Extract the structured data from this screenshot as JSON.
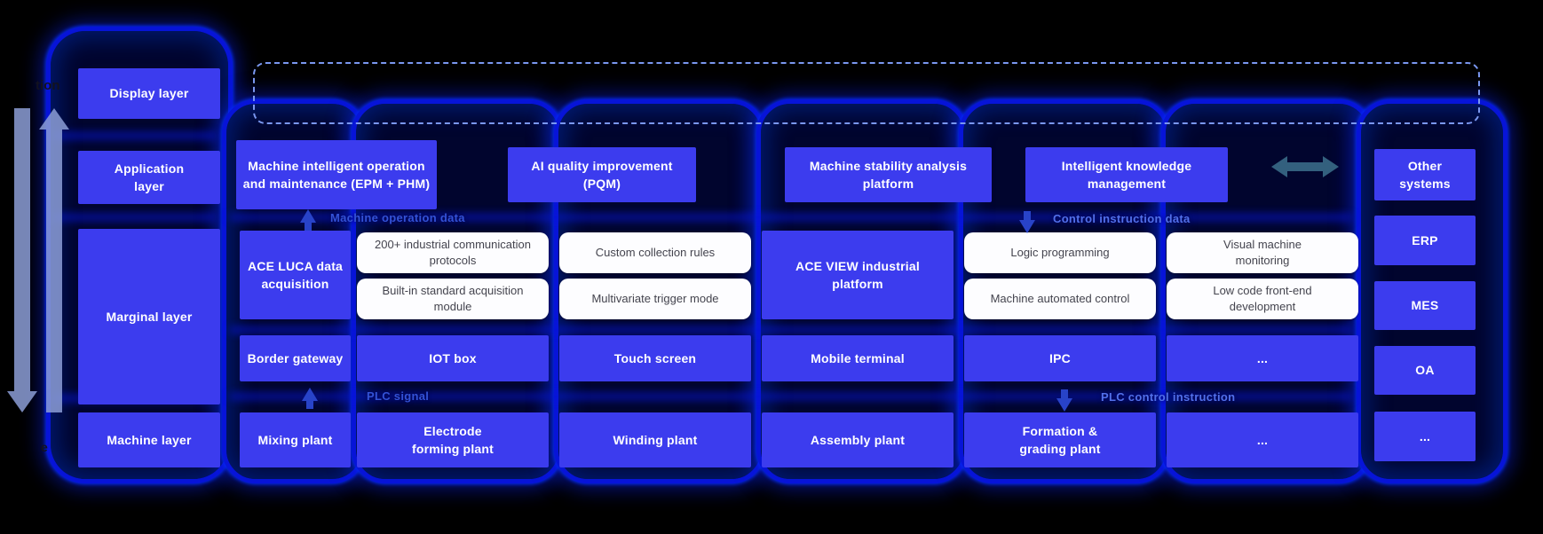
{
  "palette": {
    "background": "#000000",
    "box_blue": "#3c3cee",
    "capsule_glow": "#0714d8",
    "white_box": "#fdfdff",
    "flow_text_blue": "#3352d6",
    "side_arrow": "#8c9ed6",
    "dashed_border": "#7a97f0"
  },
  "partial_texts": {
    "top_left": "tion",
    "bottom_left": "e"
  },
  "layers": [
    "Display layer",
    "Application layer",
    "Marginal layer",
    "Machine layer"
  ],
  "applications": [
    "Machine intelligent operation and maintenance (EPM + PHM)",
    "AI quality improvement (PQM)",
    "Machine stability analysis platform",
    "Intelligent knowledge management"
  ],
  "flow_labels": {
    "machine_operation_data": "Machine operation data",
    "control_instruction_data": "Control instruction data",
    "plc_signal": "PLC signal",
    "plc_control_instruction": "PLC control instruction"
  },
  "marginal": {
    "ace_luca": "ACE LUCA data acquisition",
    "luca_features": [
      "200+ industrial communication protocols",
      "Custom collection rules",
      "Built-in standard acquisition module",
      "Multivariate trigger mode"
    ],
    "ace_view": "ACE VIEW industrial platform",
    "view_features": [
      "Logic programming",
      "Visual machine monitoring",
      "Machine automated control",
      "Low code front-end development"
    ]
  },
  "devices": [
    "Border gateway",
    "IOT box",
    "Touch screen",
    "Mobile terminal",
    "IPC",
    "..."
  ],
  "machines": [
    "Mixing plant",
    "Electrode forming plant",
    "Winding plant",
    "Assembly plant",
    "Formation & grading plant",
    "..."
  ],
  "other_systems": [
    "Other systems",
    "ERP",
    "MES",
    "OA",
    "..."
  ]
}
